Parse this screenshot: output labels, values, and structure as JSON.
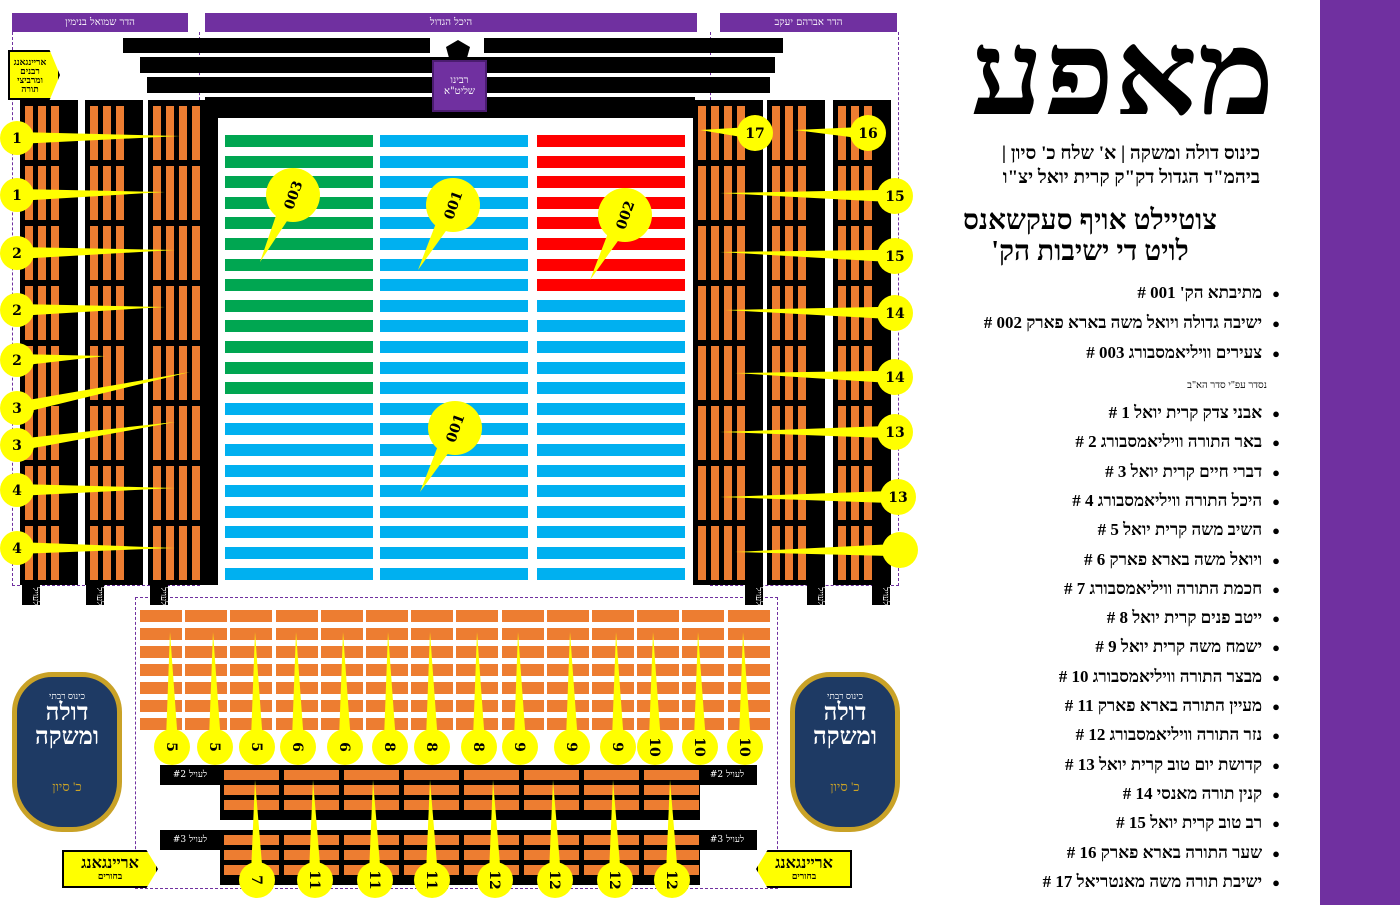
{
  "headers": {
    "left": "הדר שמואל בנימין",
    "center": "היכל הגדול",
    "right": "הדר אברהם יעקב"
  },
  "rebbe_box": "רבינו שליט\"א",
  "entrance_rabbis": "אריינגאנג רבנים ומרביצי תורה",
  "entrance_bochurim": {
    "title": "אריינגאנג",
    "sub": "בחורים"
  },
  "levels": {
    "l1": "לעויל #1",
    "l2": "לעויל #2",
    "l3": "לעויל #3"
  },
  "logo": {
    "top": "כינוס רבתי",
    "name": "דולה ומשקה",
    "date": "כ' סיון"
  },
  "colors": {
    "purple": "#7030a0",
    "green": "#00a651",
    "blue": "#00b0f0",
    "red": "#ff0000",
    "orange": "#ed7d31",
    "yellow": "#ffff00"
  },
  "left_markers": [
    "1",
    "1",
    "2",
    "2",
    "2",
    "3",
    "3",
    "4",
    "4"
  ],
  "right_markers": [
    "17",
    "16",
    "15",
    "15",
    "14",
    "14",
    "13",
    "13",
    ""
  ],
  "center_markers": [
    "003",
    "001",
    "002",
    "001"
  ],
  "bottom_markers_row1": [
    "5",
    "5",
    "5",
    "6",
    "6",
    "8",
    "8",
    "8",
    "9",
    "9",
    "9",
    "10",
    "10",
    "10"
  ],
  "bottom_markers_row2": [
    "7",
    "11",
    "11",
    "11",
    "12",
    "12",
    "12",
    "12"
  ],
  "panel": {
    "title": "מאפע",
    "subtitle1": "כינוס דולה ומשקה | א' שלח כ' סיון |",
    "subtitle2": "ביהמ\"ד הגדול דק\"ק קרית יואל יצ\"ו",
    "heading1": "צוטיילט אויף סעקשאנס",
    "heading2": "לויט די ישיבות הק'",
    "main_list": [
      "מתיבתא הק' 001 #",
      "ישיבה גדולה ויואל משה בארא פארק 002 #",
      "צעירים וויליאמסבורג 003 #"
    ],
    "note": "נסדר עפ\"י סדר הא\"ב",
    "list": [
      "אבני צדק קרית יואל 1 #",
      "באר התורה וויליאמסבורג 2 #",
      "דברי חיים קרית יואל 3 #",
      "היכל התורה וויליאמסבורג 4 #",
      "השיב משה קרית יואל 5 #",
      "ויואל משה בארא פארק 6 #",
      "חכמת התורה וויליאמסבורג 7 #",
      "ייטב פנים קרית יואל 8 #",
      "ישמח משה קרית יואל 9 #",
      "מבצר התורה וויליאמסבורג 10 #",
      "מעיין התורה בארא פארק 11 #",
      "נזר התורה וויליאמסבורג 12 #",
      "קדושת יום טוב קרית יואל 13 #",
      "קנין תורה מאנסי 14 #",
      "רב טוב קרית יואל 15 #",
      "שער התורה בארא פארק 16 #",
      "ישיבת תורה משה מאנטריאל 17 #"
    ]
  }
}
